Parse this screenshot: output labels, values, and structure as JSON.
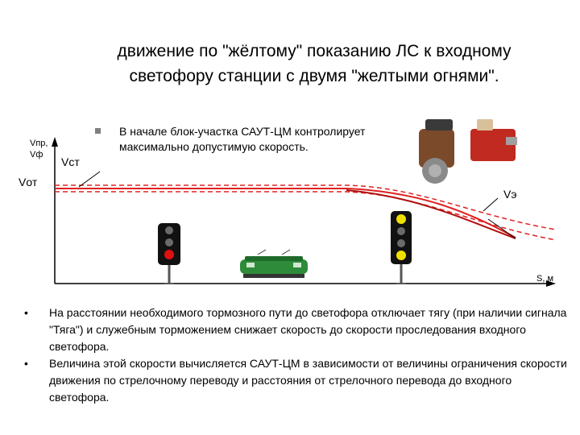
{
  "title": {
    "line1": "движение по \"жёлтому\" показанию ЛС к входному",
    "line2": "светофору станции с двумя \"желтыми огнями\"."
  },
  "top_bullet": "В начале блок-участка САУТ-ЦМ контролирует максимально допустимую скорость.",
  "labels": {
    "vpr": "Vпр,",
    "vf": "Vф",
    "vst": "Vст",
    "vot": "Vот",
    "ve": "Vэ",
    "s_axis": "S, м"
  },
  "bottom_bullets": [
    "На расстоянии необходимого тормозного пути до светофора отключает тягу (при наличии сигнала \"Тяга\") и служебным торможением снижает скорость до скорости проследования входного светофора.",
    "Величина этой скорости вычисляется САУТ-ЦМ в зависимости от величины ограничения скорости движения по стрелочному переводу и расстояния от стрелочного перевода до входного светофора."
  ],
  "bullet_symbol": "•",
  "colors": {
    "curve_red": "#e02020",
    "signal_red": "#e01010",
    "signal_yellow": "#f0e000",
    "signal_off": "#6a6a6a",
    "locomotive": "#2e8b3a"
  },
  "icons": [
    "square-bullet-icon",
    "equipment-photo-icon",
    "traffic-light-left-icon",
    "traffic-light-right-icon",
    "locomotive-icon"
  ]
}
